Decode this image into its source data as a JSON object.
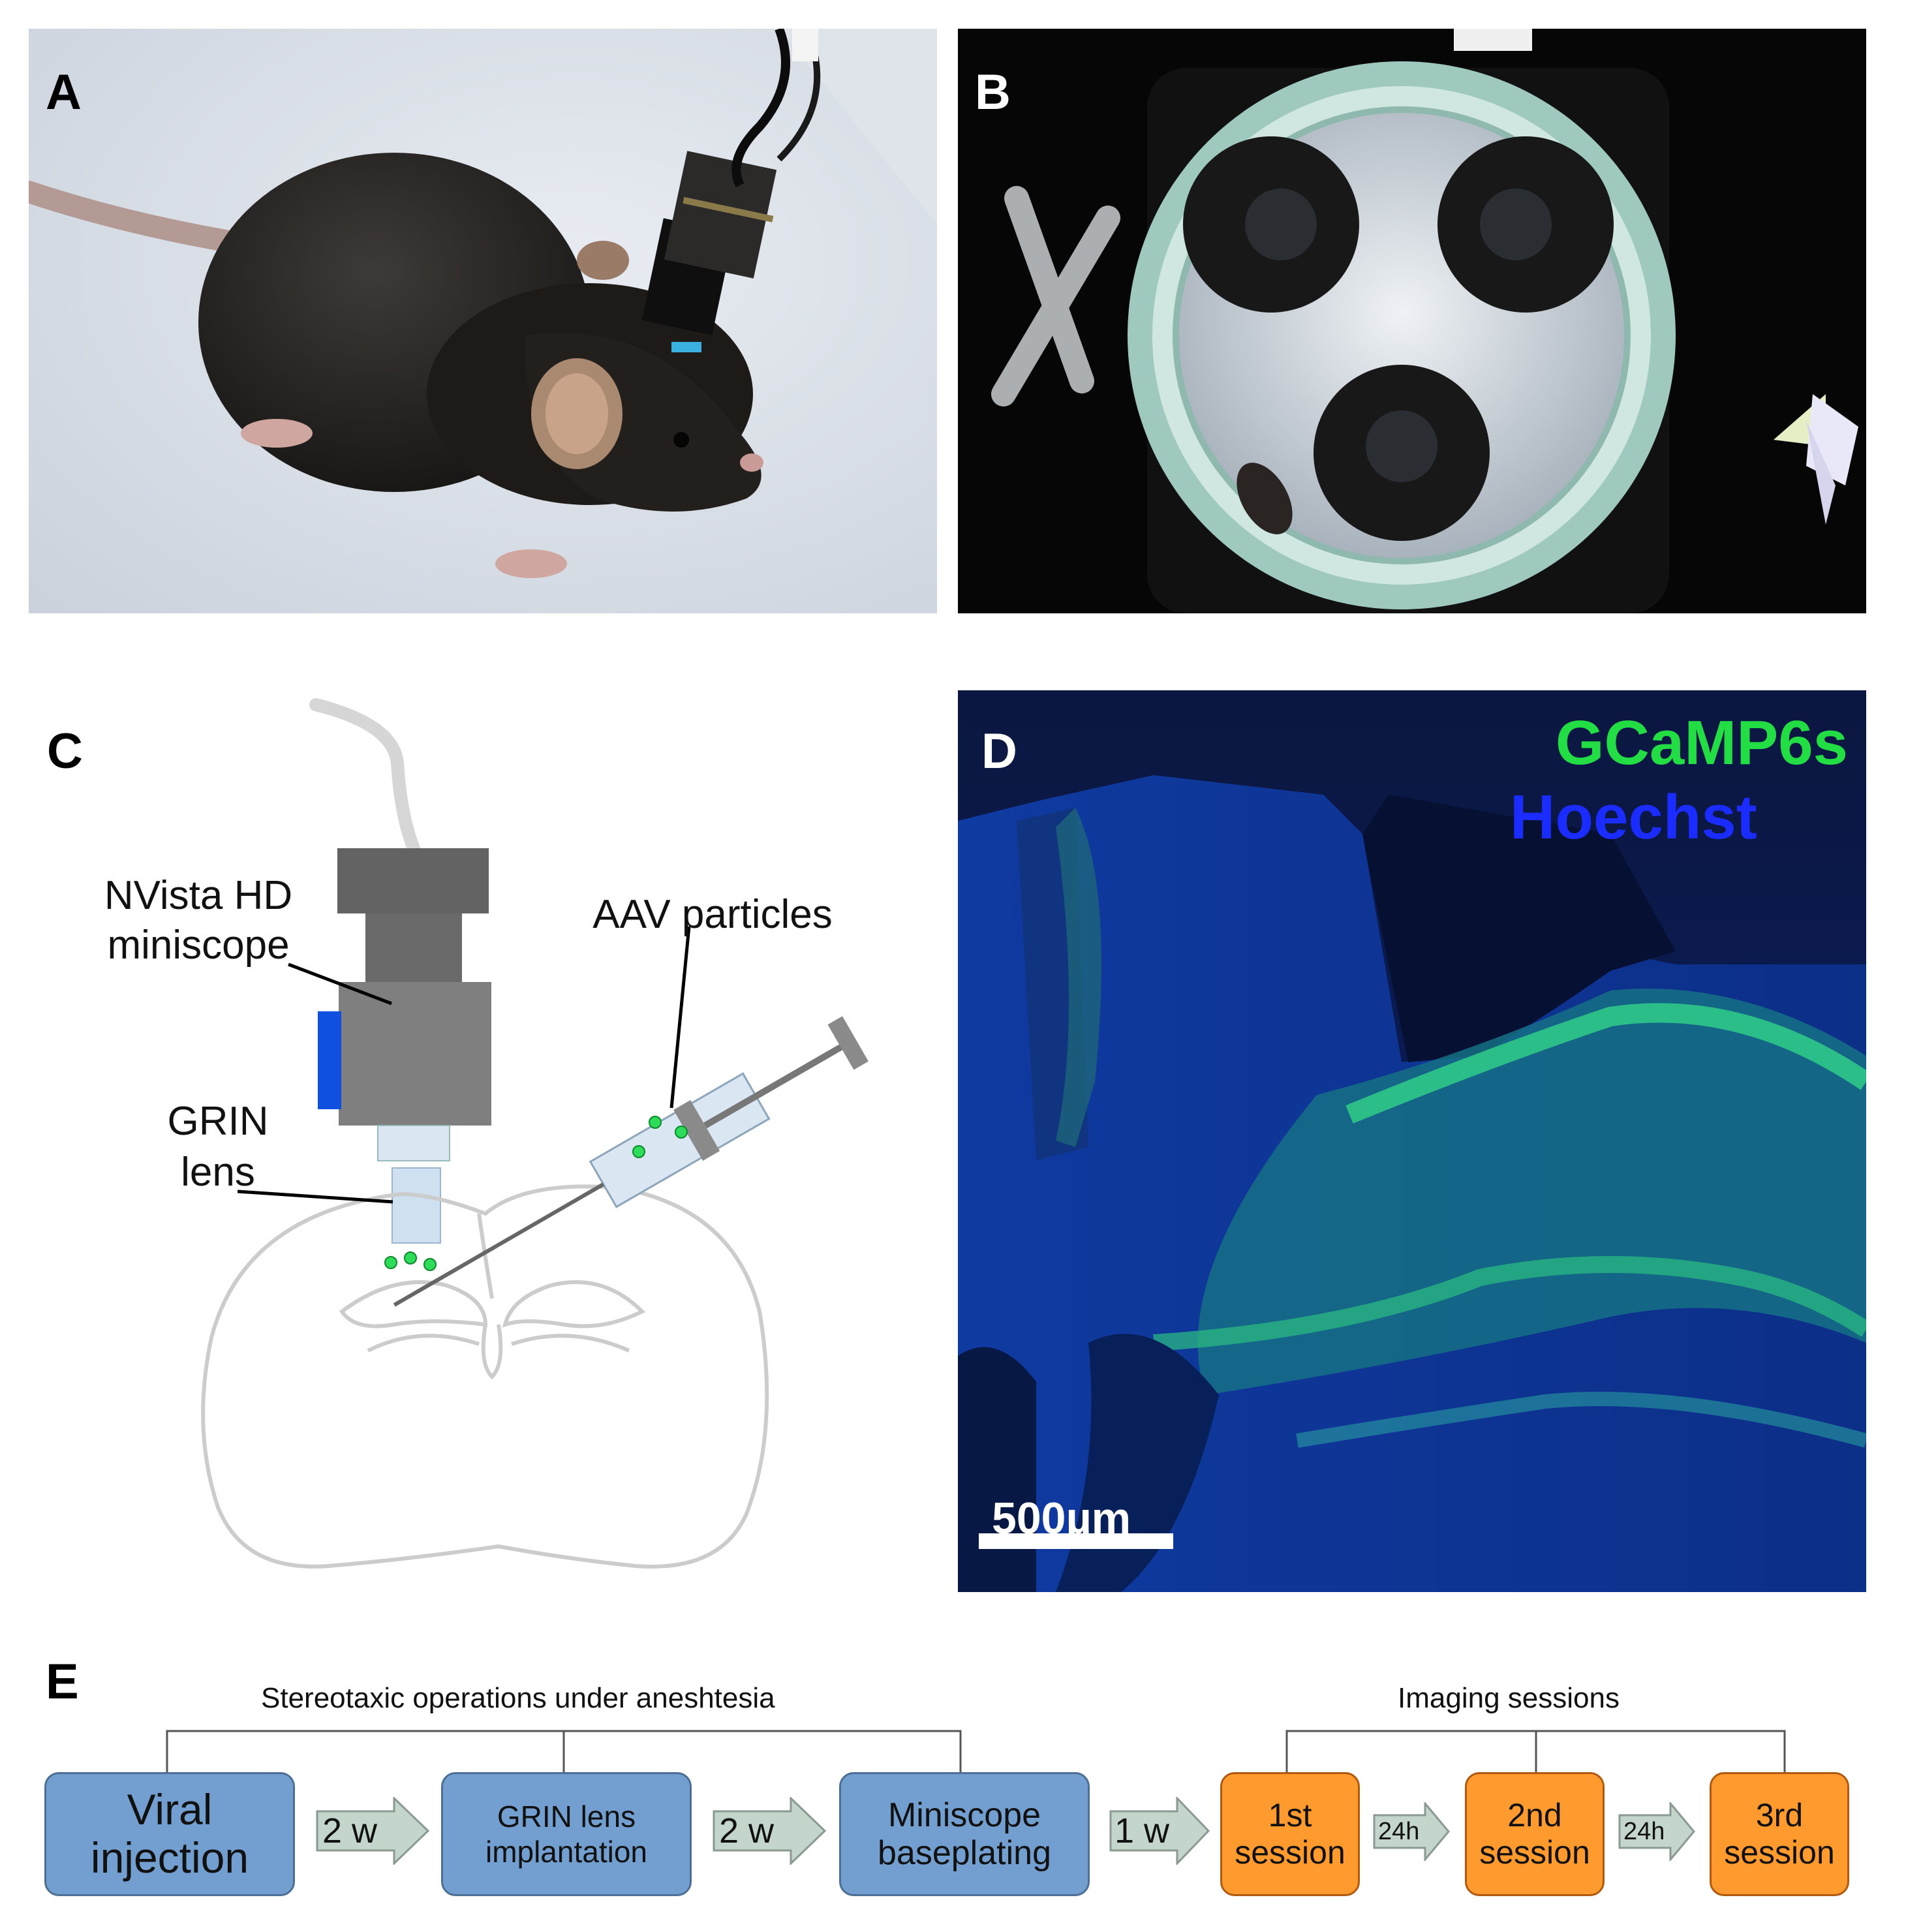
{
  "panels": {
    "a": {
      "label": "A"
    },
    "b": {
      "label": "B"
    },
    "c": {
      "label": "C",
      "miniscope_label": "NVista HD\nminiscope",
      "grin_label": "GRIN\nlens",
      "aav_label": "AAV particles"
    },
    "d": {
      "label": "D",
      "legend_green": "GCaMP6s",
      "legend_blue": "Hoechst",
      "scalebar": "500µm"
    },
    "e": {
      "label": "E",
      "header_left": "Stereotaxic operations under aneshtesia",
      "header_right": "Imaging sessions",
      "step1": "Viral\ninjection",
      "step2": "GRIN lens\nimplantation",
      "step3": "Miniscope\nbaseplating",
      "session1": "1st\nsession",
      "session2": "2nd\nsession",
      "session3": "3rd\nsession",
      "interval1": "2 w",
      "interval2": "2 w",
      "interval3": "1 w",
      "interval4": "24h",
      "interval5": "24h"
    }
  },
  "colors": {
    "step_fill": "#729fcf",
    "session_fill": "#ff9a2e",
    "arrow_fill": "#c4d6cc",
    "gcamp": "#22dd44",
    "hoechst": "#1a2cff",
    "gfp_dots": "#2edc5a"
  }
}
